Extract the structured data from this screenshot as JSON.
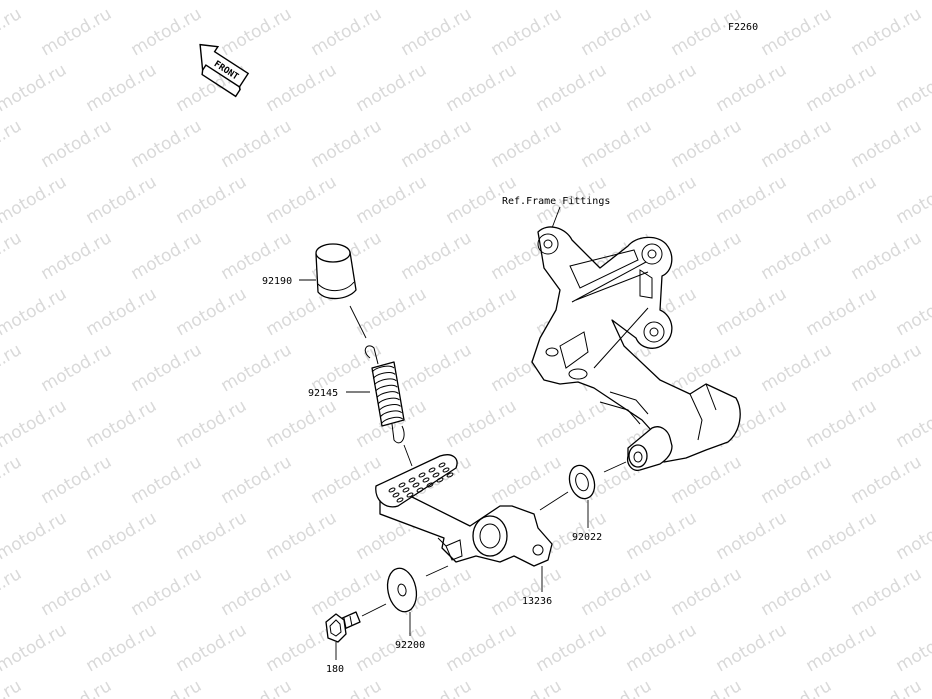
{
  "figure_code": "F2260",
  "front_label": "FRONT",
  "watermark": "motod.ru",
  "parts": [
    {
      "id": "92190"
    },
    {
      "id": "92145"
    },
    {
      "id": "92022"
    },
    {
      "id": "13236"
    },
    {
      "id": "92200"
    },
    {
      "id": "180"
    }
  ],
  "reference_label": "Ref.Frame Fittings"
}
